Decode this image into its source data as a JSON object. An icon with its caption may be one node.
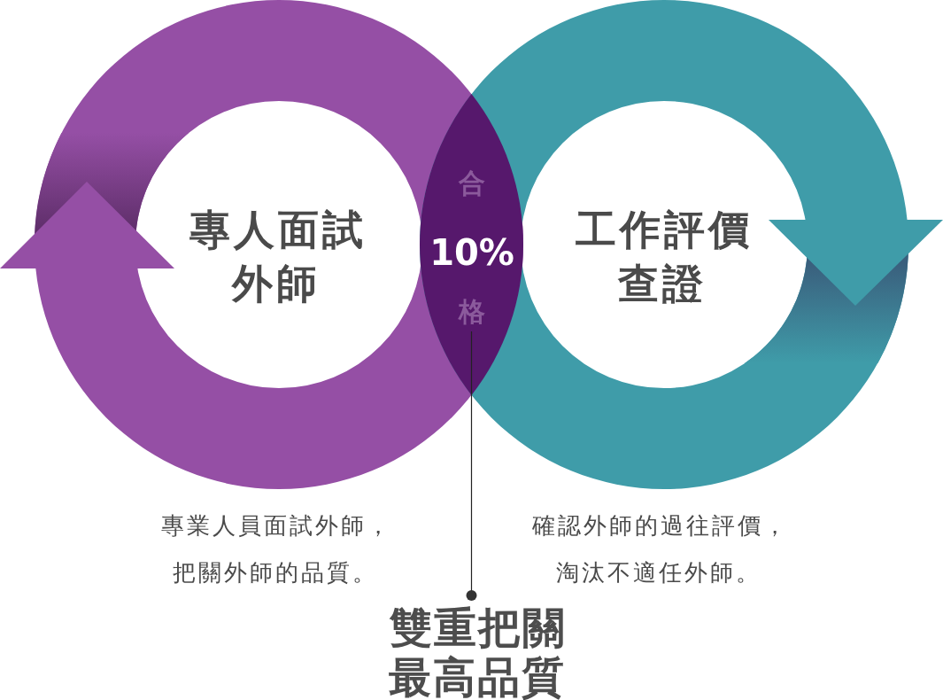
{
  "diagram": {
    "nodes": [
      {
        "text": [
          "專人面試外師"
        ],
        "beside": [
          "專業人員面試外師，把關外師的品質。"
        ]
      },
      {
        "text": [
          "工作評價查證"
        ],
        "beside": [
          "確認外師的過往評價，淘汰不適任外師。"
        ]
      },
      {
        "text": [
          "合",
          "10%",
          "格"
        ]
      },
      {
        "text": [
          "雙重把關最高品質"
        ]
      }
    ],
    "edges": [
      {
        "from": 3,
        "to": 2,
        "arrow": "other"
      }
    ]
  }
}
